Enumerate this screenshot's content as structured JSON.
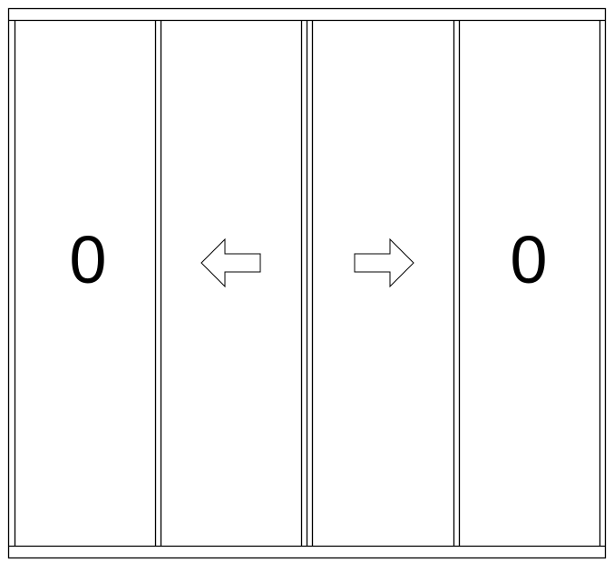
{
  "diagram": {
    "type": "sliding-door-elevation",
    "panel_count": 4,
    "panels": [
      {
        "position": "left-outer",
        "label": "0",
        "kind": "fixed"
      },
      {
        "position": "left-inner",
        "label": "",
        "kind": "sliding",
        "arrow": "left-arrow-icon"
      },
      {
        "position": "right-inner",
        "label": "",
        "kind": "sliding",
        "arrow": "right-arrow-icon"
      },
      {
        "position": "right-outer",
        "label": "0",
        "kind": "fixed"
      }
    ],
    "colors": {
      "line": "#000000",
      "background": "#ffffff"
    }
  }
}
